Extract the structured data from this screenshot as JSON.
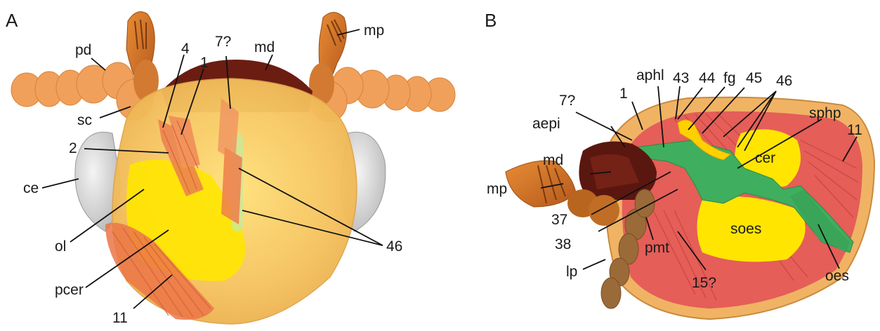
{
  "panels": [
    {
      "id": "A",
      "label": "A",
      "structure_labels": [
        "pd",
        "sc",
        "4",
        "1",
        "7?",
        "md",
        "mp",
        "2",
        "ce",
        "ol",
        "pcer",
        "11",
        "46"
      ]
    },
    {
      "id": "B",
      "label": "B",
      "structure_labels": [
        "aphl",
        "43",
        "44",
        "fg",
        "45",
        "46",
        "sphp",
        "7?",
        "1",
        "aepi",
        "md",
        "mp",
        "cer",
        "11",
        "37",
        "38",
        "soes",
        "lp",
        "pmt",
        "15?",
        "oes"
      ]
    }
  ],
  "colors": {
    "head_capsule": "#f3c46a",
    "brain": "#ffe500",
    "muscles": "#e8615a",
    "mandible": "#6b1d12",
    "appendage": "#e0893e",
    "dark_appendage": "#b6621e",
    "eye": "#cfcfcf",
    "gut": "#3fae5e"
  }
}
